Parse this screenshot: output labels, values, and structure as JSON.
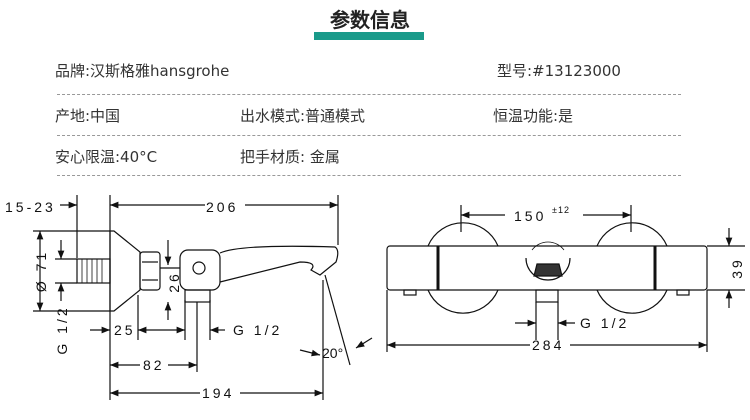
{
  "title": "参数信息",
  "accent_color": "#1a9a8a",
  "specs": {
    "brand": "品牌:汉斯格雅hansgrohe",
    "model": "型号:#13123000",
    "origin": "产地:中国",
    "outlet_mode": "出水模式:普通模式",
    "thermostatic": "恒温功能:是",
    "safety_limit": "安心限温:40°C",
    "handle_material": "把手材质: 金属"
  },
  "drawing": {
    "side": {
      "dim_15_23": "15-23",
      "dim_206": "206",
      "dim_dia71": "Ø 71",
      "dim_g12_left": "G 1/2",
      "dim_25": "25",
      "dim_26": "26",
      "dim_g12_mid": "G 1/2",
      "dim_82": "82",
      "dim_194": "194",
      "dim_20deg": "20°"
    },
    "front": {
      "dim_150": "150",
      "dim_150_tol": "±12",
      "dim_39": "39",
      "dim_g12": "G 1/2",
      "dim_284": "284"
    }
  }
}
